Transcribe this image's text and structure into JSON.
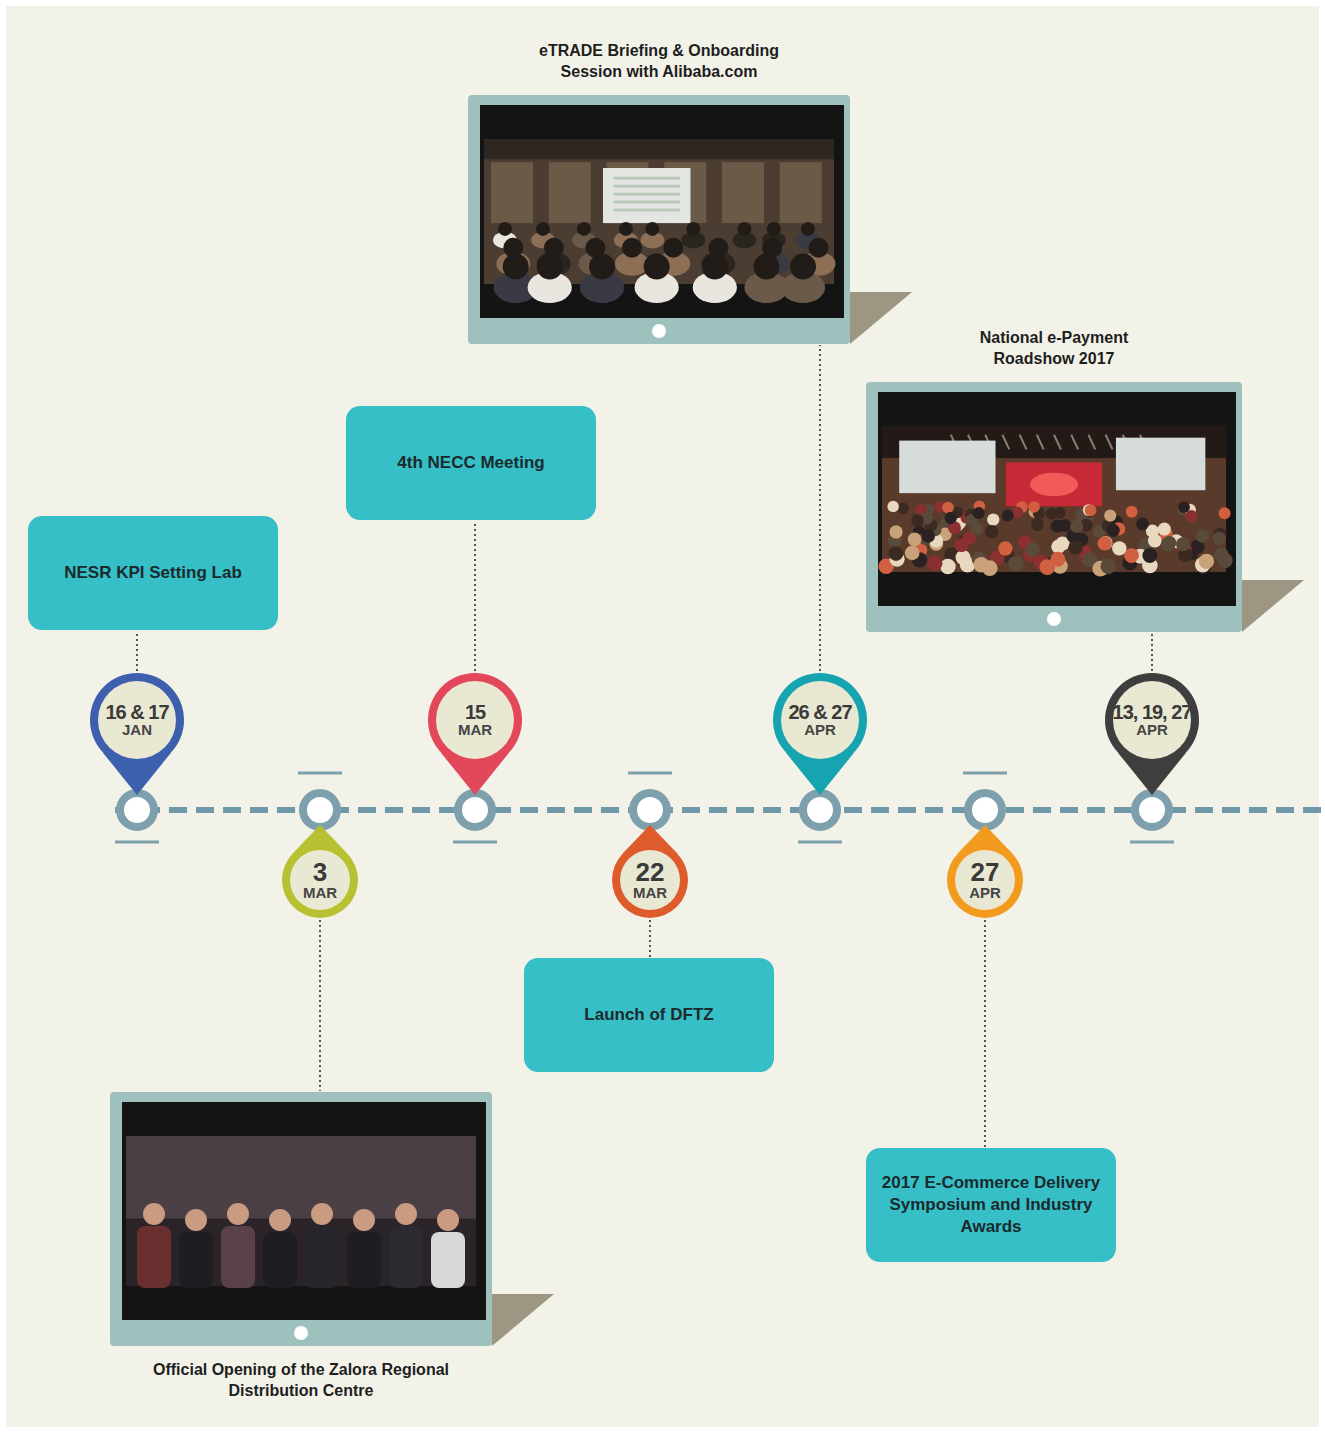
{
  "diagram": {
    "nodes": [
      {
        "text": [
          "16 & 17",
          "JAN"
        ]
      },
      {
        "text": [
          "NESR KPI Setting Lab"
        ]
      },
      {
        "text": [
          "3",
          "MAR"
        ]
      },
      {
        "text": [
          "Official Opening of the Zalora Regional Distribution Centre"
        ]
      },
      {
        "text": [
          "15",
          "MAR"
        ]
      },
      {
        "text": [
          "4th NECC Meeting"
        ]
      },
      {
        "text": [
          "22",
          "MAR"
        ]
      },
      {
        "text": [
          "Launch of DFTZ"
        ]
      },
      {
        "text": [
          "26 & 27",
          "APR"
        ]
      },
      {
        "text": [
          "eTRADE Briefing & Onboarding Session with Alibaba.com"
        ]
      },
      {
        "text": [
          "27",
          "APR"
        ]
      },
      {
        "text": [
          "2017 E-Commerce Delivery Symposium and Industry Awards"
        ]
      },
      {
        "text": [
          "13, 19, 27",
          "APR"
        ]
      },
      {
        "text": [
          "National e-Payment Roadshow 2017"
        ]
      }
    ],
    "edges": [
      {
        "from": 0,
        "to": 1,
        "arrow": "none"
      },
      {
        "from": 2,
        "to": 3,
        "arrow": "none"
      },
      {
        "from": 4,
        "to": 5,
        "arrow": "none"
      },
      {
        "from": 6,
        "to": 7,
        "arrow": "none"
      },
      {
        "from": 8,
        "to": 9,
        "arrow": "none"
      },
      {
        "from": 10,
        "to": 11,
        "arrow": "none"
      },
      {
        "from": 12,
        "to": 13,
        "arrow": "none"
      }
    ]
  }
}
